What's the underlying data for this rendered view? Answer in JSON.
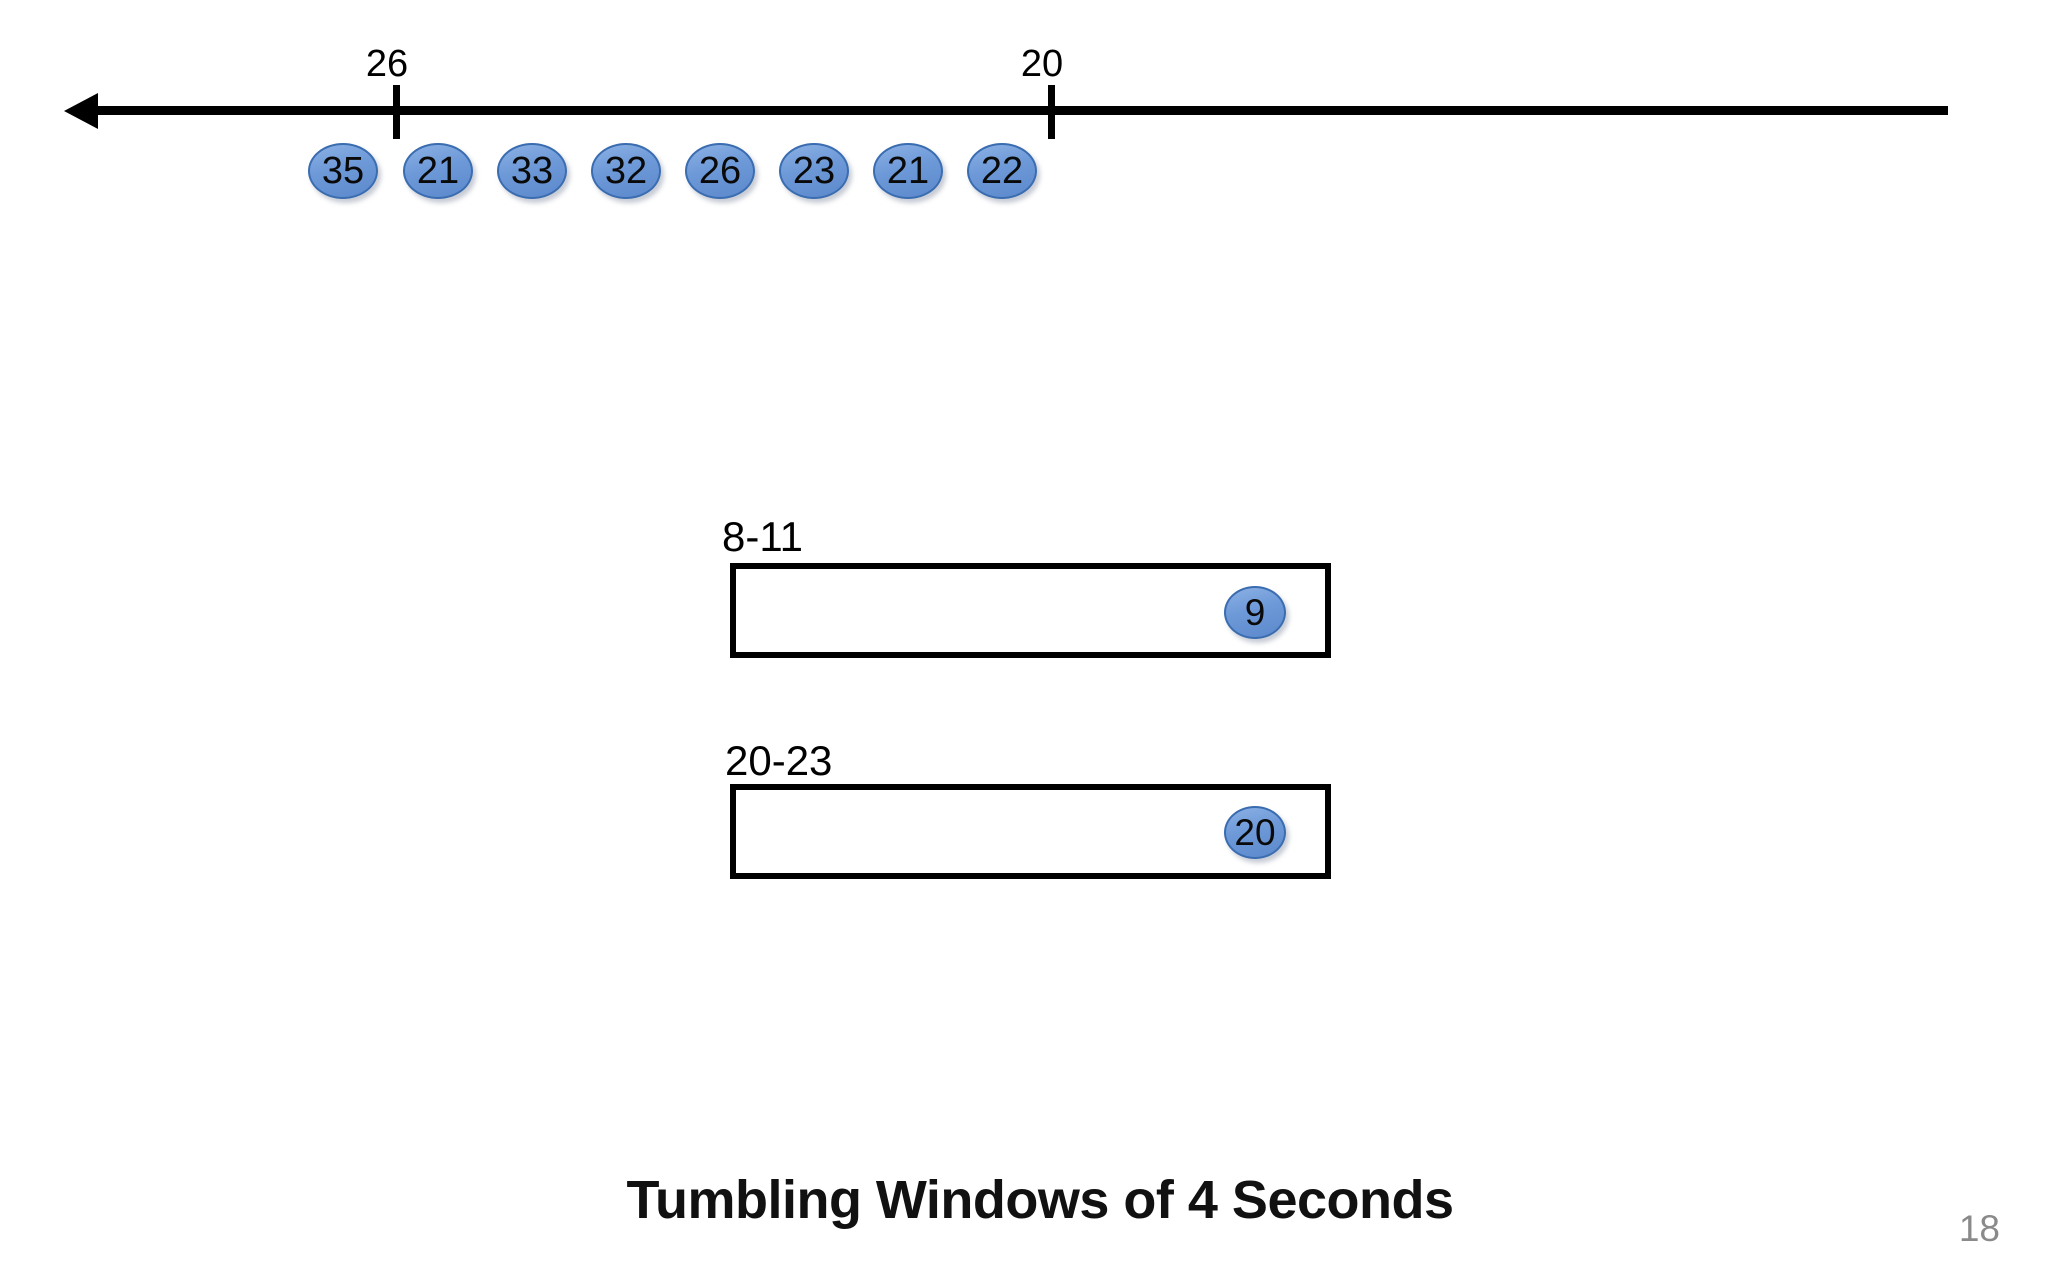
{
  "colors": {
    "event_fill_top": "#8cb1e4",
    "event_fill_bottom": "#5c89cc",
    "event_border": "#3a6cb0",
    "line_black": "#000000",
    "page_number_gray": "#8a8a8a"
  },
  "timeline": {
    "ticks": [
      {
        "label": "26"
      },
      {
        "label": "20"
      }
    ],
    "events": [
      "35",
      "21",
      "33",
      "32",
      "26",
      "23",
      "21",
      "22"
    ]
  },
  "windows": [
    {
      "label": "8-11",
      "event": "9"
    },
    {
      "label": "20-23",
      "event": "20"
    }
  ],
  "footer": {
    "title": "Tumbling Windows of 4 Seconds",
    "page_number": "18"
  }
}
